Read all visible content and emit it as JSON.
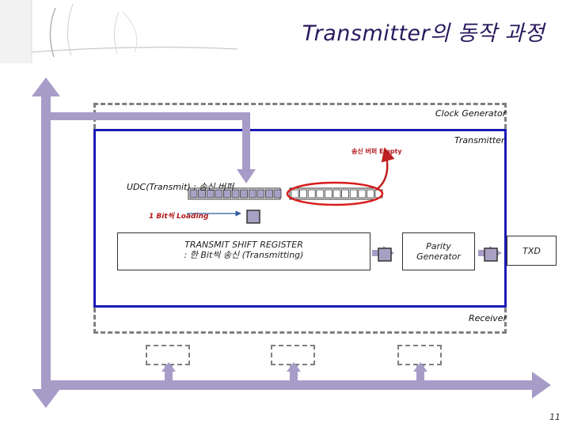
{
  "title": "Transmitter의 동작 과정",
  "labels": {
    "clock_generator": "Clock Generator",
    "transmitter": "Transmitter",
    "receiver": "Receiver",
    "empty_note": "송신 버퍼 Empty",
    "udc_buffer": "UDC(Transmit) : 송신 버퍼",
    "bit_loading": "1 Bit씩 Loading",
    "shift_register_line1": "TRANSMIT SHIFT REGISTER",
    "shift_register_line2": ": 한 Bit씩 송신 (Transmitting)",
    "parity_line1": "Parity",
    "parity_line2": "Generator",
    "txd": "TXD"
  },
  "page_number": "11",
  "colors": {
    "bus": "#a79cc8",
    "transmitter_border": "#1a1ab4",
    "dashed": "#7f7f7f",
    "cell_fill": "#a9a1c4",
    "highlight": "#d81d1d",
    "annotation": "#b0181b"
  },
  "buffer_cells": {
    "filled_count": 11,
    "empty_count": 11
  }
}
